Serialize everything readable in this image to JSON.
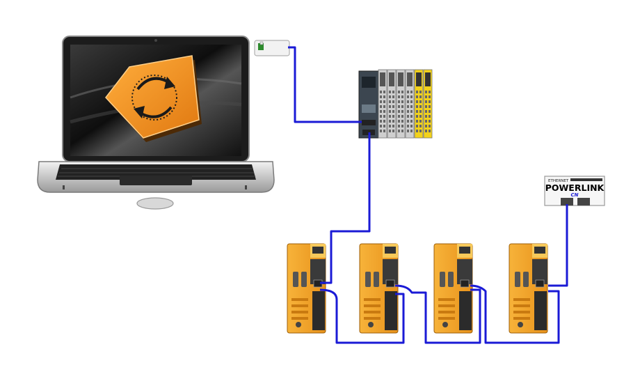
{
  "powerlink": {
    "top_label": "ETHERNET",
    "name": "POWERLINK",
    "sub": "CN"
  },
  "colors": {
    "cable": "#1a1ad6",
    "drive_orange": "#f5a623",
    "drive_dark": "#2b2b2b",
    "io_yellow": "#f2d21b",
    "logo_orange": "#f08a1c",
    "laptop_screen": "#1b1b1b"
  },
  "icons": {
    "logo": "cycle-arrows-icon",
    "usb": "usb-stick-icon"
  },
  "drives": [
    {
      "id": "drive-1"
    },
    {
      "id": "drive-2"
    },
    {
      "id": "drive-3"
    },
    {
      "id": "drive-4"
    }
  ]
}
